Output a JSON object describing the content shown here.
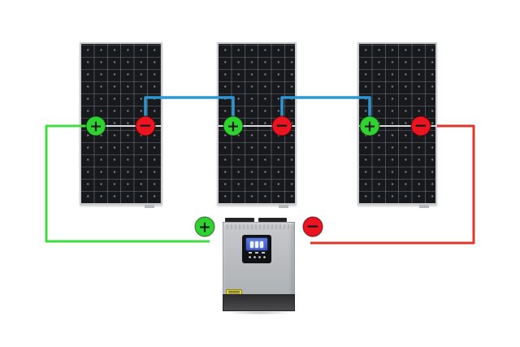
{
  "colors": {
    "background": "#ffffff",
    "wire_series": "#2e96d2",
    "wire_positive": "#3fdd3f",
    "wire_negative": "#e0352b",
    "terminal_positive_fill": "#2fd32f",
    "terminal_negative_fill": "#ec1420",
    "terminal_symbol": "#1b1b1b",
    "panel_busbar": "#d6d9db"
  },
  "symbols": {
    "plus": "+",
    "minus": "−"
  },
  "diagram": {
    "type": "solar-pv-series-wiring",
    "panel_count": 3,
    "panel_terminals": [
      [
        "+",
        "−"
      ],
      [
        "+",
        "−"
      ],
      [
        "+",
        "−"
      ]
    ],
    "wiring": [
      {
        "from": "panel-1 negative",
        "to": "panel-2 positive",
        "color_key": "wire_series"
      },
      {
        "from": "panel-2 negative",
        "to": "panel-3 positive",
        "color_key": "wire_series"
      },
      {
        "from": "panel-1 positive",
        "to": "inverter positive input",
        "color_key": "wire_positive"
      },
      {
        "from": "panel-3 negative",
        "to": "inverter negative input",
        "color_key": "wire_negative"
      }
    ],
    "inverter_inputs": [
      "+",
      "−"
    ]
  }
}
